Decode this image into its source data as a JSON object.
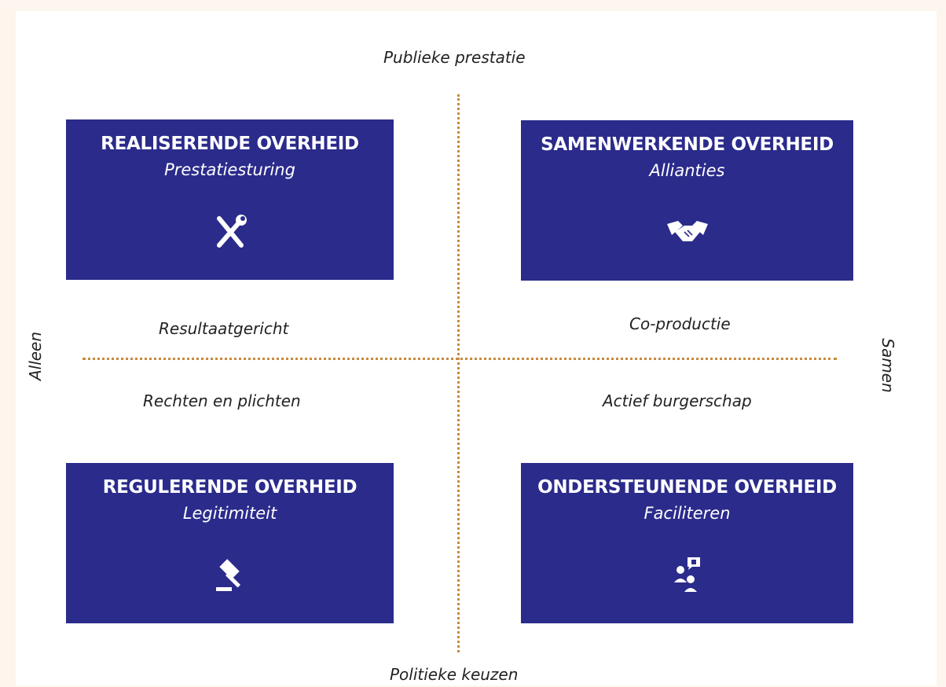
{
  "axes": {
    "top": "Publieke prestatie",
    "bottom": "Politieke keuzen",
    "left": "Alleen",
    "right": "Samen"
  },
  "quadrants": {
    "top_left": {
      "title": "REALISERENDE OVERHEID",
      "subtitle": "Prestatiesturing",
      "icon": "tools-icon"
    },
    "top_right": {
      "title": "SAMENWERKENDE OVERHEID",
      "subtitle": "Allianties",
      "icon": "handshake-icon"
    },
    "bottom_left": {
      "title": "REGULERENDE OVERHEID",
      "subtitle": "Legitimiteit",
      "icon": "gavel-icon"
    },
    "bottom_right": {
      "title": "ONDERSTEUNENDE OVERHEID",
      "subtitle": "Faciliteren",
      "icon": "support-people-icon"
    }
  },
  "quadrant_labels": {
    "top_left": "Resultaatgericht",
    "top_right": "Co-productie",
    "bottom_left": "Rechten en plichten",
    "bottom_right": "Actief burgerschap"
  },
  "colors": {
    "box": "#2b2b8c",
    "axis_line": "#c8893c",
    "background": "#fdf6ee"
  }
}
